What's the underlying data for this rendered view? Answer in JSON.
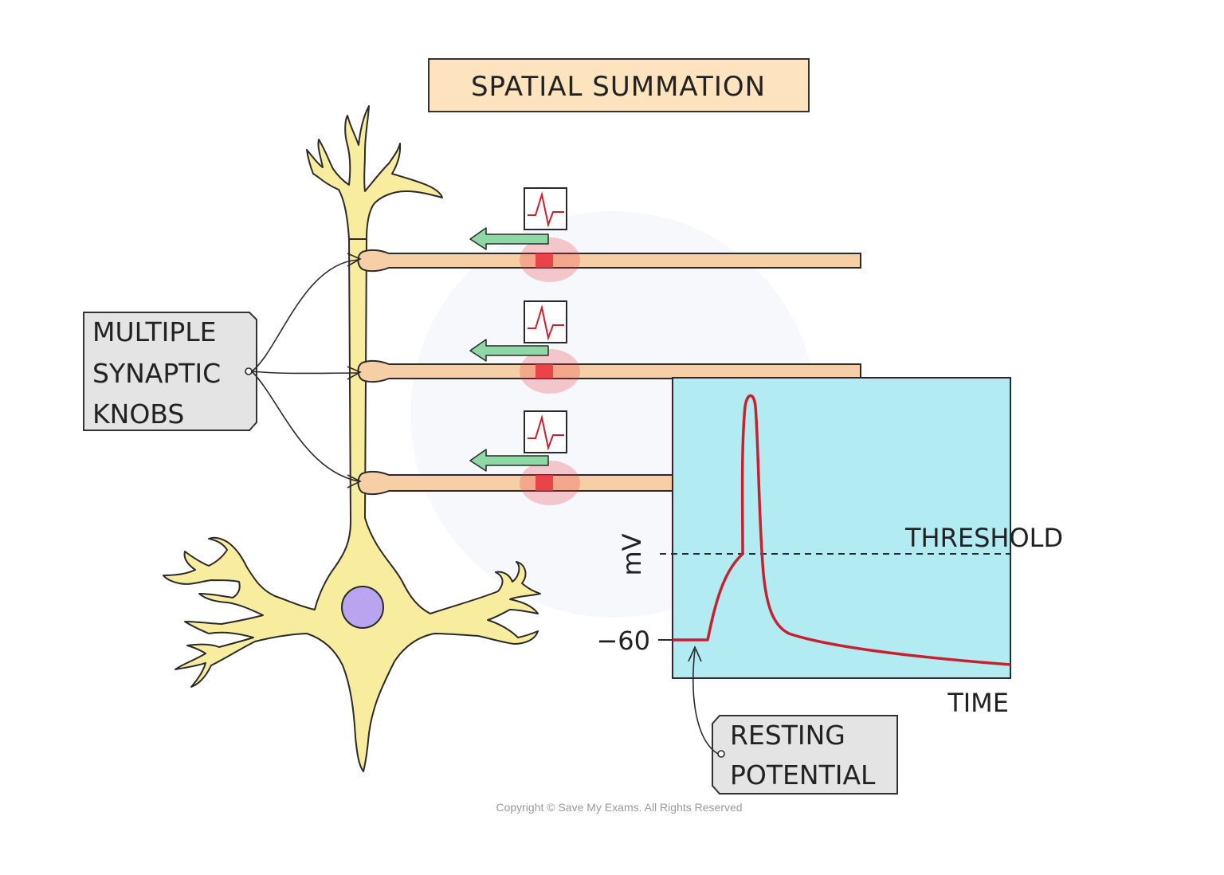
{
  "title": "SPATIAL SUMMATION",
  "labels": {
    "knobs_line1": "MULTIPLE",
    "knobs_line2": "SYNAPTIC",
    "knobs_line3": "KNOBS",
    "resting_line1": "RESTING",
    "resting_line2": "POTENTIAL"
  },
  "graph": {
    "y_axis_label": "mV",
    "y_tick": "−60",
    "threshold_label": "THRESHOLD",
    "x_axis_label": "TIME"
  },
  "copyright": "Copyright © Save My Exams. All Rights Reserved",
  "colors": {
    "neuron": "#f8ec9e",
    "neuron_outline": "#2a2a2a",
    "nucleus": "#b9a4f0",
    "axon": "#f7cfa6",
    "impulse": "#e8313d",
    "arrow": "#8ed8a6",
    "graph_bg": "#b3ebf2",
    "trace": "#c8202e",
    "label_box": "#e4e4e4",
    "title_box": "#fde3be"
  },
  "icons": [
    "action-potential-icon",
    "left-arrow-icon",
    "nucleus-icon"
  ]
}
